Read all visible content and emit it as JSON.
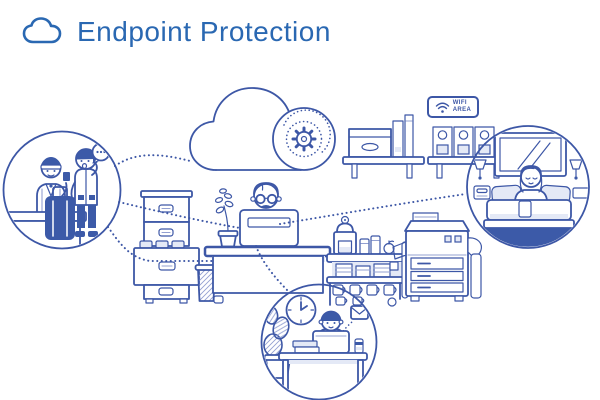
{
  "header": {
    "title": "Endpoint Protection"
  },
  "wifi_sign": {
    "line1": "WIFI",
    "line2": "AREA"
  },
  "colors": {
    "line": "#3d57a6",
    "solid": "#3c5aa8",
    "light": "#e4e9f6",
    "lightmid": "#93a0d1",
    "title": "#2a68b2",
    "bg": "#ffffff"
  },
  "icons": {
    "header_cloud": "cloud-icon",
    "cloud_gear": "gear-icon",
    "wifi": "wifi-icon",
    "clock": "clock-icon",
    "envelope": "envelope-icon",
    "speech_bubble": "speech-bubble-icon"
  },
  "scenes": {
    "cloud": "protection-cloud",
    "left_circle": "hotel-reception",
    "right_circle": "hotel-room-remote-worker",
    "bottom_circle": "employee-desk",
    "center": "office-with-desk-cabinet-printer"
  }
}
